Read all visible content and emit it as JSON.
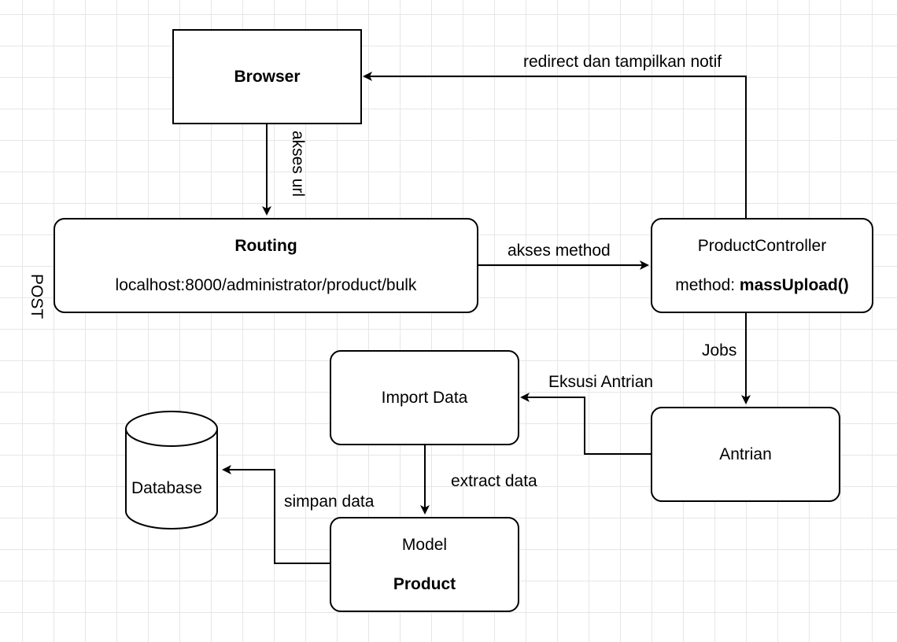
{
  "nodes": {
    "browser": {
      "label": "Browser"
    },
    "routing": {
      "title": "Routing",
      "url": "localhost:8000/administrator/product/bulk"
    },
    "controller": {
      "title": "ProductController",
      "method_prefix": "method: ",
      "method_name": "massUpload()"
    },
    "import": {
      "label": "Import Data"
    },
    "antrian": {
      "label": "Antrian"
    },
    "database": {
      "label": "Database"
    },
    "model": {
      "title": "Model",
      "name": "Product"
    }
  },
  "labels": {
    "post": "POST",
    "akses_url": "akses url",
    "akses_method": "akses method",
    "redirect": "redirect dan tampilkan notif",
    "jobs": "Jobs",
    "eksusi": "Eksusi Antrian",
    "extract": "extract data",
    "simpan": "simpan data"
  }
}
